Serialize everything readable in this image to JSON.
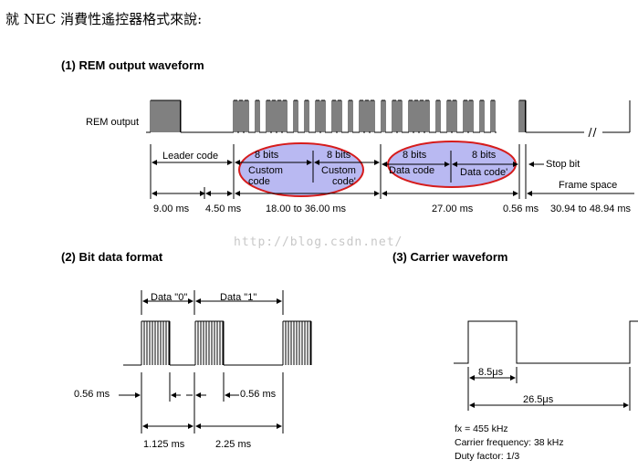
{
  "intro_text": "就 NEC 消費性遙控器格式來說:",
  "section1": {
    "title": "(1)  REM output waveform",
    "rem_label": "REM output",
    "leader_code": "Leader code",
    "bits1": "8 bits",
    "bits2": "8 bits",
    "bits3": "8 bits",
    "bits4": "8 bits",
    "custom_code": "Custom\ncode",
    "custom_code_inv": "Custom\ncode'",
    "data_code": "Data code",
    "data_code_inv": "Data code'",
    "stop_bit": "Stop bit",
    "frame_space": "Frame space",
    "t_leader_mark": "9.00 ms",
    "t_leader_space": "4.50 ms",
    "t_custom": "18.00 to 36.00 ms",
    "t_data": "27.00 ms",
    "t_stop": "0.56 ms",
    "t_frame": "30.94 to 48.94 ms"
  },
  "watermark": "http://blog.csdn.net/",
  "section2": {
    "title": "(2) Bit data format",
    "data0": "Data \"0\"",
    "data1": "Data \"1\"",
    "t_left": "0.56 ms",
    "t_right": "0.56 ms",
    "t_1125": "1.125 ms",
    "t_225": "2.25 ms"
  },
  "section3": {
    "title": "(3)  Carrier waveform",
    "t_high": "8.5μs",
    "t_period": "26.5μs",
    "fx": "fx = 455 kHz",
    "carrier_freq": "Carrier frequency:  38 kHz",
    "duty": "Duty factor:  1/3"
  }
}
